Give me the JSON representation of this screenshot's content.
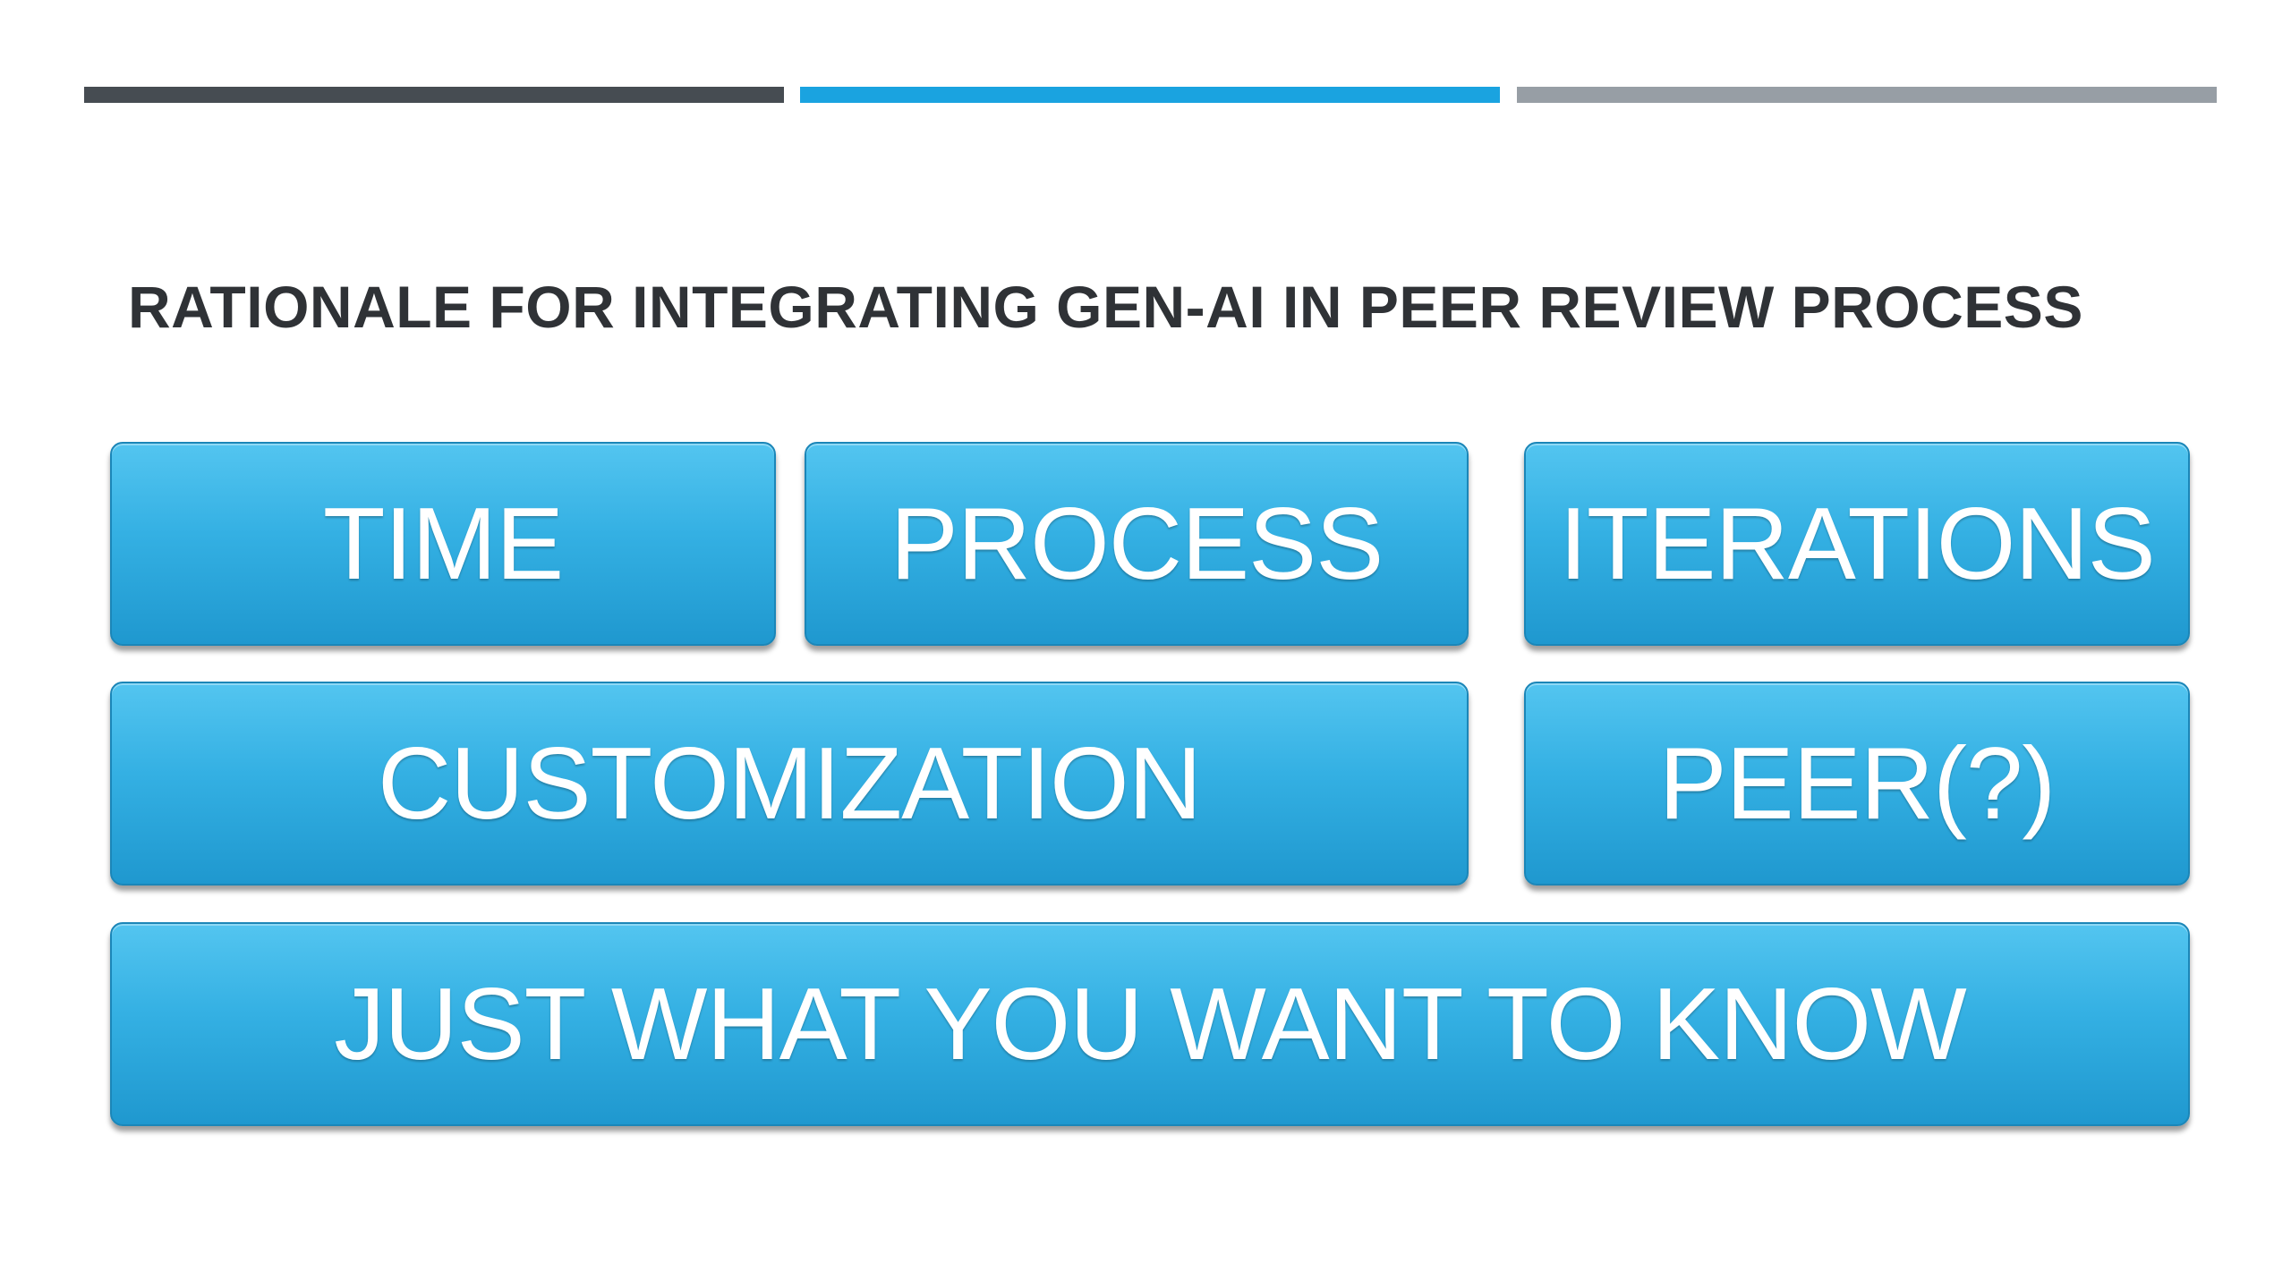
{
  "colors": {
    "bar_dark": "#464c52",
    "bar_blue": "#1aa3e0",
    "bar_gray": "#979ea5",
    "tile_blue": "#34b0e3",
    "title_text": "#2f3236"
  },
  "title": "RATIONALE FOR INTEGRATING GEN-AI IN PEER REVIEW PROCESS",
  "tiles": [
    {
      "label": "TIME"
    },
    {
      "label": "PROCESS"
    },
    {
      "label": "ITERATIONS"
    },
    {
      "label": "CUSTOMIZATION"
    },
    {
      "label": "PEER(?)"
    },
    {
      "label": "JUST WHAT YOU WANT TO KNOW"
    }
  ]
}
